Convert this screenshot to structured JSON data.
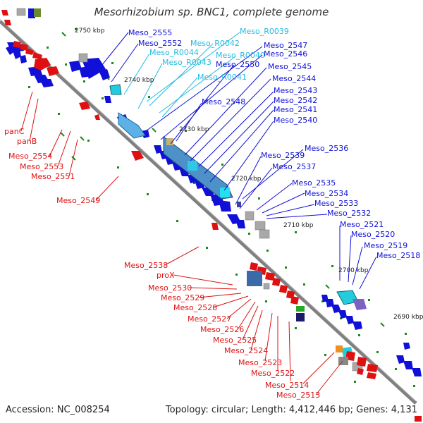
{
  "title": "Mesorhizobium sp. BNC1, complete genome",
  "accession": "Accession: NC_008254",
  "topology": "Topology: circular; Length: 4,412,446 bp; Genes: 4,131",
  "colors": {
    "forward": "#1010d8",
    "reverse": "#e01010",
    "rna": "#22ccdd",
    "pseudo": "#9a9a9a",
    "tick": "#1a8a1a",
    "backbone": "#808080"
  },
  "kbp_labels": [
    "2750 kbp",
    "2740 kbp",
    "2730 kbp",
    "2720 kbp",
    "2710 kbp",
    "2700 kbp",
    "2690 kbp"
  ],
  "forward_genes": [
    "Meso_2555",
    "Meso_2552",
    "Meso_2547",
    "Meso_2546",
    "Meso_2550",
    "Meso_2545",
    "Meso_2544",
    "Meso_2543",
    "Meso_2548",
    "Meso_2542",
    "Meso_2541",
    "Meso_2540",
    "Meso_2536",
    "Meso_2539",
    "Meso_2537",
    "Meso_2535",
    "Meso_2534",
    "Meso_2533",
    "Meso_2532",
    "Meso_2521",
    "Meso_2520",
    "Meso_2519",
    "Meso_2518"
  ],
  "rna_genes": [
    "Meso_R0039",
    "Meso_R0042",
    "Meso_R0044",
    "Meso_R0040",
    "Meso_R0043",
    "Meso_R0041"
  ],
  "reverse_left_genes": [
    "panC",
    "panB",
    "Meso_2554",
    "Meso_2553",
    "Meso_2551",
    "Meso_2549"
  ],
  "reverse_bottom_genes": [
    "Meso_2538",
    "proX",
    "Meso_2530",
    "Meso_2529",
    "Meso_2528",
    "Meso_2527",
    "Meso_2526",
    "Meso_2525",
    "Meso_2524",
    "Meso_2523",
    "Meso_2522",
    "Meso_2514",
    "Meso_2513"
  ]
}
